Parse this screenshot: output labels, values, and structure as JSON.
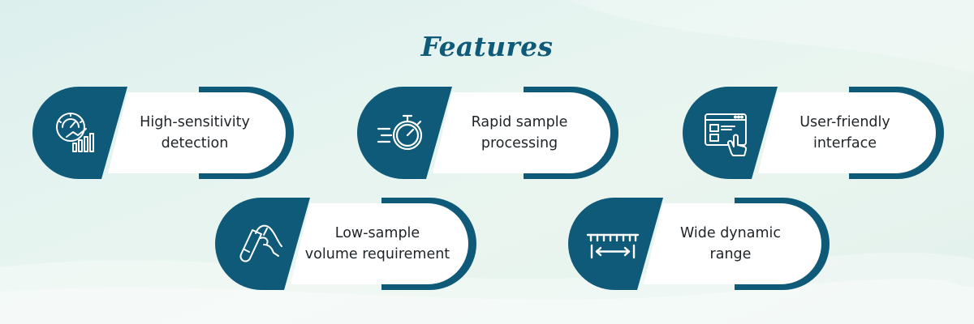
{
  "title": "Features",
  "colors": {
    "primary": "#0f5a78",
    "card_white": "#ffffff",
    "text": "#1f2428",
    "background": "#e3f2ee"
  },
  "features": [
    {
      "label": "High-sensitivity\ndetection",
      "icon": "gauge-chart-icon"
    },
    {
      "label": "Rapid sample\nprocessing",
      "icon": "stopwatch-icon"
    },
    {
      "label": "User-friendly\ninterface",
      "icon": "browser-touch-icon"
    },
    {
      "label": "Low-sample\nvolume requirement",
      "icon": "hand-test-tube-icon"
    },
    {
      "label": "Wide dynamic\nrange",
      "icon": "range-ruler-icon"
    }
  ]
}
